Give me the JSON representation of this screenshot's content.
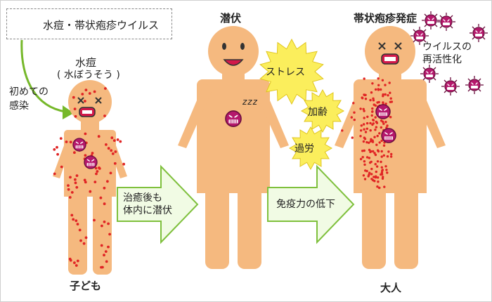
{
  "legend": {
    "label": "水痘・帯状疱疹ウイルス",
    "icon": "virus-icon"
  },
  "stages": {
    "child_stage": "水痘",
    "child_stage_reading": "( 水ぼうそう )",
    "latent_stage": "潜伏",
    "adult_stage": "帯状疱疹発症"
  },
  "first_infection": "初めての\n感染",
  "sleep": "zzz",
  "transitions": {
    "first": [
      "治癒後も",
      "体内に潜伏"
    ],
    "second": "免疫力の低下"
  },
  "triggers": [
    "ストレス",
    "加齢",
    "過労"
  ],
  "reactivation": [
    "ウイルスの",
    "再活性化"
  ],
  "labels": {
    "child": "子ども",
    "adult": "大人"
  },
  "colors": {
    "skin": "#f5b97f",
    "virus": "#b5186c",
    "rash": "#e02424",
    "burst": "#fbee5c",
    "arrow_fill": "#f1fbe4",
    "arrow_stroke": "#7fc03d",
    "green_arrow": "#76b82a",
    "mouth": "#d2184a"
  }
}
